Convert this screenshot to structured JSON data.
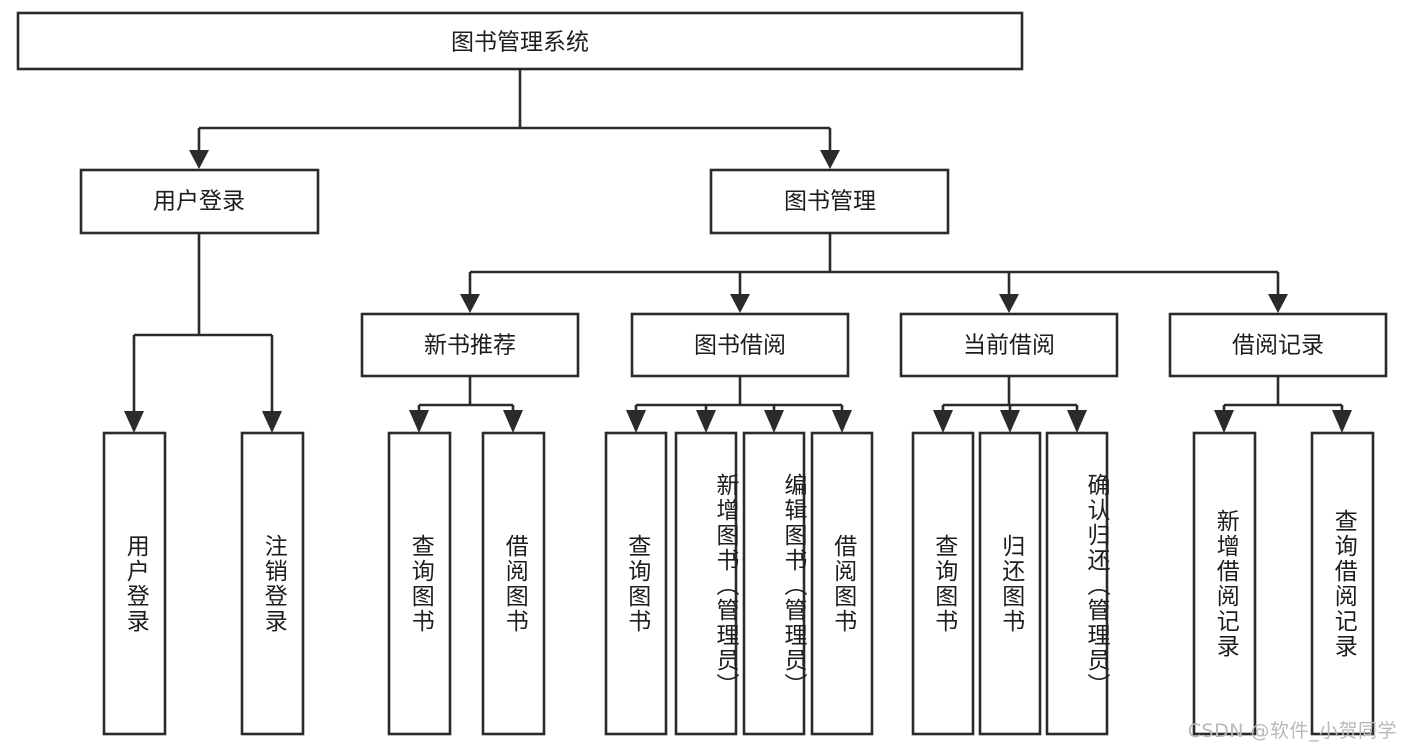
{
  "diagram": {
    "type": "tree-hierarchy",
    "title": "图书管理系统",
    "root": {
      "id": "root",
      "label": "图书管理系统",
      "orientation": "horizontal"
    },
    "level2": [
      {
        "id": "user-login",
        "label": "用户登录",
        "orientation": "horizontal"
      },
      {
        "id": "book-management",
        "label": "图书管理",
        "orientation": "horizontal"
      }
    ],
    "level3": [
      {
        "id": "new-book-recommend",
        "label": "新书推荐",
        "orientation": "horizontal",
        "parent": "book-management"
      },
      {
        "id": "book-borrow",
        "label": "图书借阅",
        "orientation": "horizontal",
        "parent": "book-management"
      },
      {
        "id": "current-borrow",
        "label": "当前借阅",
        "orientation": "horizontal",
        "parent": "book-management"
      },
      {
        "id": "borrow-record",
        "label": "借阅记录",
        "orientation": "horizontal",
        "parent": "book-management"
      }
    ],
    "leaves": [
      {
        "id": "leaf-user-login",
        "label": "用户登录",
        "parent": "user-login",
        "align": "center"
      },
      {
        "id": "leaf-logout-login",
        "label": "注销登录",
        "parent": "user-login",
        "align": "center"
      },
      {
        "id": "leaf-query-book-1",
        "label": "查询图书",
        "parent": "new-book-recommend",
        "align": "center"
      },
      {
        "id": "leaf-borrow-book-1",
        "label": "借阅图书",
        "parent": "new-book-recommend",
        "align": "center"
      },
      {
        "id": "leaf-query-book-2",
        "label": "查询图书",
        "parent": "book-borrow",
        "align": "center"
      },
      {
        "id": "leaf-add-book-admin",
        "label": "新增图书（管理员）",
        "parent": "book-borrow",
        "align": "top"
      },
      {
        "id": "leaf-edit-book-admin",
        "label": "编辑图书（管理员）",
        "parent": "book-borrow",
        "align": "top"
      },
      {
        "id": "leaf-borrow-book-2",
        "label": "借阅图书",
        "parent": "book-borrow",
        "align": "center"
      },
      {
        "id": "leaf-query-book-3",
        "label": "查询图书",
        "parent": "current-borrow",
        "align": "center"
      },
      {
        "id": "leaf-return-book",
        "label": "归还图书",
        "parent": "current-borrow",
        "align": "center"
      },
      {
        "id": "leaf-confirm-return-admin",
        "label": "确认归还（管理员）",
        "parent": "current-borrow",
        "align": "top"
      },
      {
        "id": "leaf-add-borrow-record",
        "label": "新增借阅记录",
        "parent": "borrow-record",
        "align": "center"
      },
      {
        "id": "leaf-query-borrow-record",
        "label": "查询借阅记录",
        "parent": "borrow-record",
        "align": "center"
      }
    ]
  },
  "watermark": {
    "text": "CSDN @软件_小贺同学"
  },
  "colors": {
    "stroke": "#2b2b2b",
    "box_fill": "#ffffff",
    "text": "#1d1d1d",
    "watermark": "#b9b9b9",
    "background": "#ffffff"
  }
}
